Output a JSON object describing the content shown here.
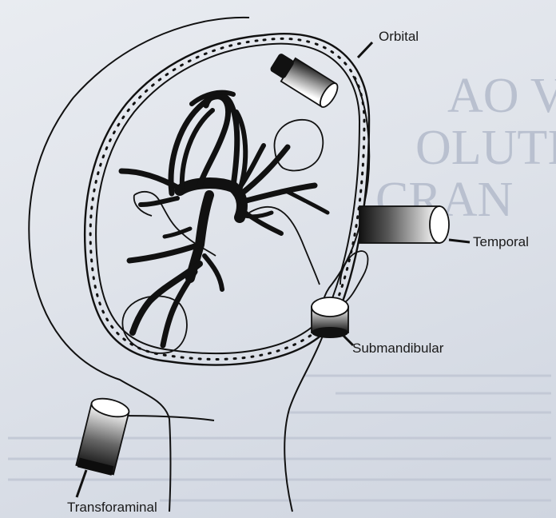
{
  "labels": {
    "orbital": "Orbital",
    "temporal": "Temporal",
    "submandibular": "Submandibular",
    "transforaminal": "Transforaminal"
  },
  "colors": {
    "ink": "#111111",
    "paper": "#e6e9ef",
    "bleed_through": "#b9c0cf"
  }
}
